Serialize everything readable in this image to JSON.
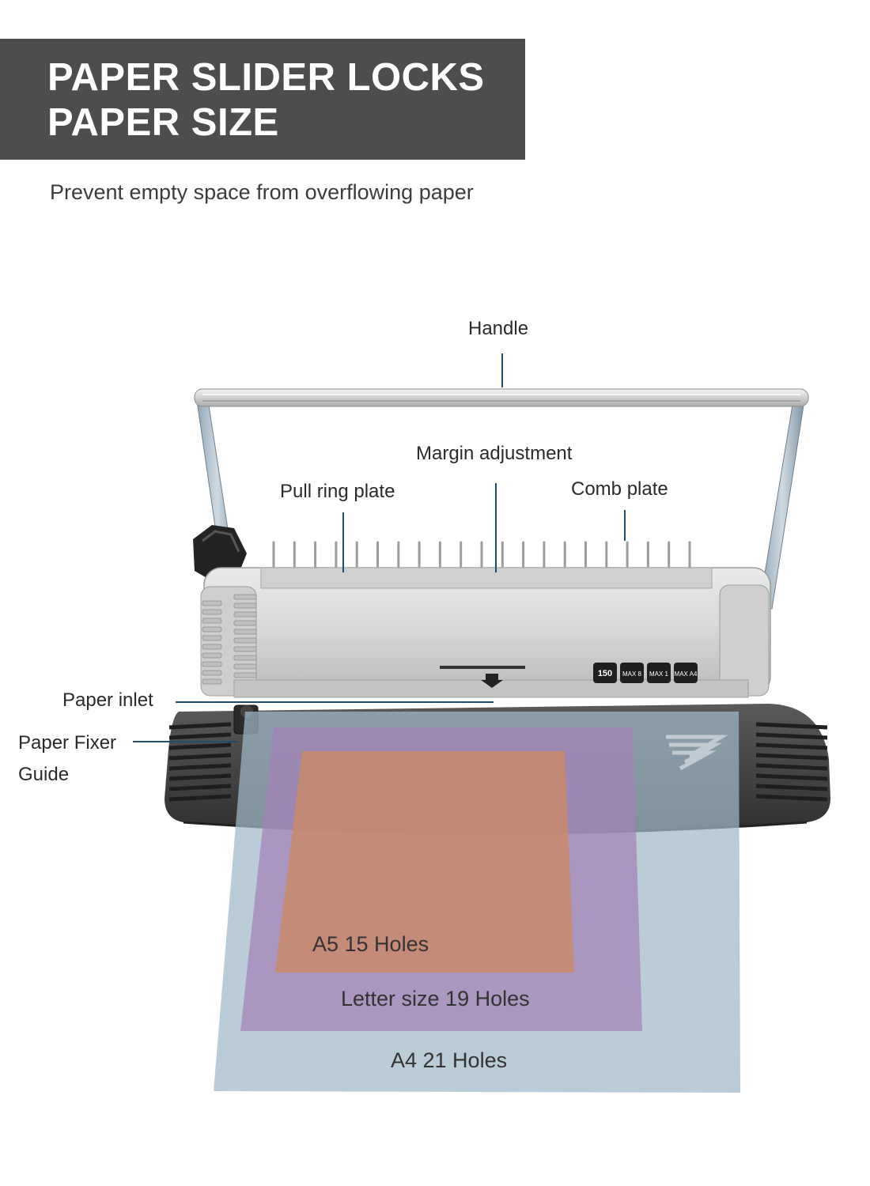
{
  "header": {
    "title_line1": "PAPER SLIDER LOCKS",
    "title_line2": "PAPER SIZE",
    "subtitle": "Prevent empty space from overflowing paper"
  },
  "callouts": {
    "handle": "Handle",
    "margin_adjustment": "Margin adjustment",
    "pull_ring_plate": "Pull ring plate",
    "comb_plate": "Comb plate",
    "paper_inlet": "Paper inlet",
    "paper_fixer_line1": "Paper Fixer",
    "paper_fixer_line2": "Guide"
  },
  "machine_badges": [
    "150",
    "MAX 8",
    "MAX 1",
    "MAX A4"
  ],
  "paper_sizes": [
    {
      "label": "A4 21 Holes",
      "color": "#9fb8c8"
    },
    {
      "label": "Letter size 19 Holes",
      "color": "#a57fb8"
    },
    {
      "label": "A5 15 Holes",
      "color": "#c98a66"
    }
  ],
  "colors": {
    "banner": "#4d4d4d",
    "leader_line": "#1f4e6e"
  }
}
